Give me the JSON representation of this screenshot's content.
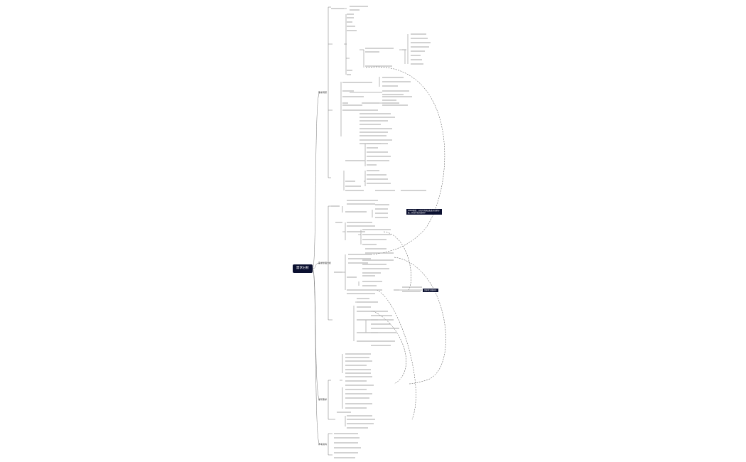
{
  "root": {
    "label": "需求分析"
  },
  "categories": [
    {
      "label": "需求调研"
    },
    {
      "label": "需求整理分析"
    },
    {
      "label": "编写需求"
    },
    {
      "label": "参考资料"
    }
  ],
  "tags": [
    {
      "label": "KANO模型：从用户的角度出发对需求分类，并进行优先级排序"
    },
    {
      "label": "需求优先级排序"
    }
  ]
}
